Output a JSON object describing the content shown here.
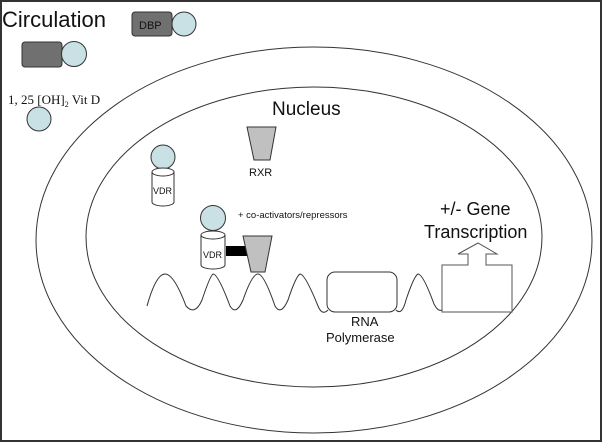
{
  "labels": {
    "circulation": "Circulation",
    "dbp": "DBP",
    "vitd_prefix": "1, 25 [OH]",
    "vitd_sub": "2",
    "vitd_suffix": " Vit D",
    "nucleus": "Nucleus",
    "rxr": "RXR",
    "vdr_free": "VDR",
    "vdr_bound": "VDR",
    "coactivators": "+ co-activators/repressors",
    "rna_line1": "RNA",
    "rna_line2": "Polymerase",
    "gene_line1": "+/- Gene",
    "gene_line2": "Transcription"
  },
  "colors": {
    "ligand": "#c9e0e4",
    "carrier": "#707070",
    "rxr": "#c0c0c0",
    "linker": "#000000",
    "stroke": "#333333",
    "border": "#333333"
  }
}
